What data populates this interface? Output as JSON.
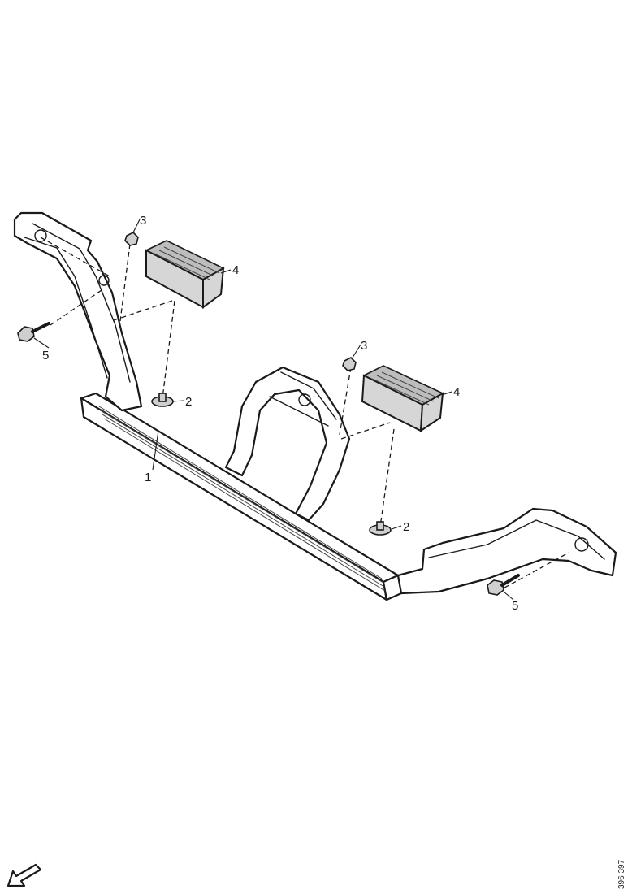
{
  "callouts": [
    {
      "id": "1",
      "label": "1"
    },
    {
      "id": "2a",
      "label": "2"
    },
    {
      "id": "2b",
      "label": "2"
    },
    {
      "id": "3a",
      "label": "3"
    },
    {
      "id": "3b",
      "label": "3"
    },
    {
      "id": "4a",
      "label": "4"
    },
    {
      "id": "4b",
      "label": "4"
    },
    {
      "id": "5a",
      "label": "5"
    },
    {
      "id": "5b",
      "label": "5"
    }
  ],
  "document_number": "396 397"
}
